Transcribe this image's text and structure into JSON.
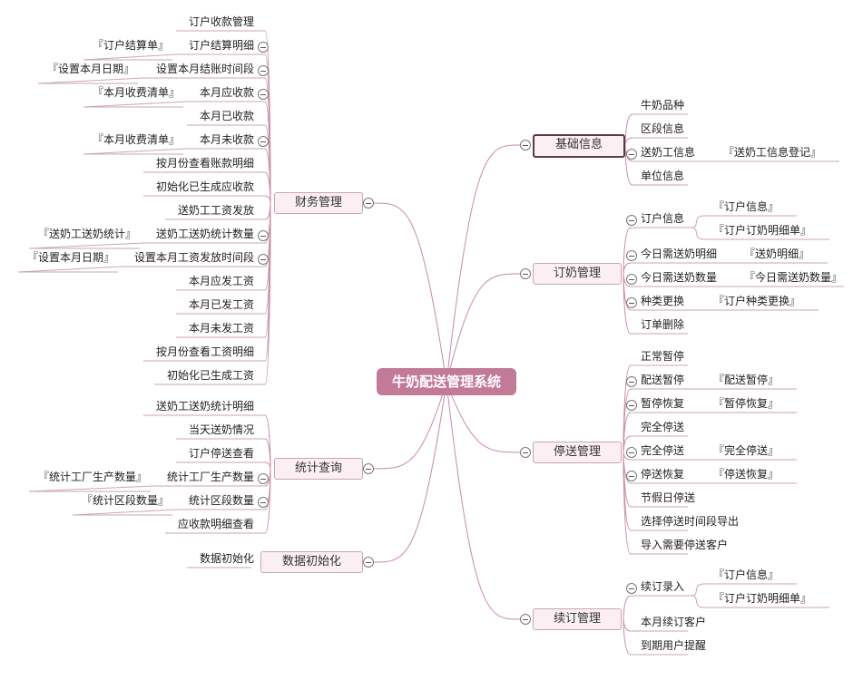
{
  "root": "牛奶配送管理系统",
  "right_branches": [
    {
      "label": "基础信息",
      "children": [
        {
          "text": "牛奶品种"
        },
        {
          "text": "区段信息"
        },
        {
          "text": "送奶工信息",
          "sub": [
            "『送奶工信息登记』"
          ]
        },
        {
          "text": "单位信息"
        }
      ]
    },
    {
      "label": "订奶管理",
      "children": [
        {
          "text": "订户信息",
          "sub": [
            "『订户信息』",
            "『订户订奶明细单』"
          ]
        },
        {
          "text": "今日需送奶明细",
          "sub": [
            "『送奶明细』"
          ]
        },
        {
          "text": "今日需送奶数量",
          "sub": [
            "『今日需送奶数量』"
          ]
        },
        {
          "text": "种类更换",
          "sub": [
            "『订户种类更换』"
          ]
        },
        {
          "text": "订单删除"
        }
      ]
    },
    {
      "label": "停送管理",
      "children": [
        {
          "text": "正常暂停"
        },
        {
          "text": "配送暂停",
          "sub": [
            "『配送暂停』"
          ]
        },
        {
          "text": "暂停恢复",
          "sub": [
            "『暂停恢复』"
          ]
        },
        {
          "text": "完全停送"
        },
        {
          "text": "完全停送",
          "sub": [
            "『完全停送』"
          ]
        },
        {
          "text": "停送恢复",
          "sub": [
            "『停送恢复』"
          ]
        },
        {
          "text": "节假日停送"
        },
        {
          "text": "选择停送时间段导出"
        },
        {
          "text": "导入需要停送客户"
        }
      ]
    },
    {
      "label": "续订管理",
      "children": [
        {
          "text": "续订录入",
          "sub": [
            "『订户信息』",
            "『订户订奶明细单』"
          ]
        },
        {
          "text": "本月续订客户"
        },
        {
          "text": "到期用户提醒"
        }
      ]
    }
  ],
  "left_branches": [
    {
      "label": "财务管理",
      "children": [
        {
          "text": "订户收款管理"
        },
        {
          "text": "订户结算明细",
          "sub": [
            "『订户结算单』"
          ]
        },
        {
          "text": "设置本月结账时间段",
          "sub": [
            "『设置本月日期』"
          ]
        },
        {
          "text": "本月应收款",
          "sub": [
            "『本月收费清单』"
          ]
        },
        {
          "text": "本月已收款"
        },
        {
          "text": "本月未收款",
          "sub": [
            "『本月收费清单』"
          ]
        },
        {
          "text": "按月份查看账款明细"
        },
        {
          "text": "初始化已生成应收款"
        },
        {
          "text": "送奶工工资发放"
        },
        {
          "text": "送奶工送奶统计数量",
          "sub": [
            "『送奶工送奶统计』"
          ]
        },
        {
          "text": "设置本月工资发放时间段",
          "sub": [
            "『设置本月日期』"
          ]
        },
        {
          "text": "本月应发工资"
        },
        {
          "text": "本月已发工资"
        },
        {
          "text": "本月未发工资"
        },
        {
          "text": "按月份查看工资明细"
        },
        {
          "text": "初始化已生成工资"
        }
      ]
    },
    {
      "label": "统计查询",
      "children": [
        {
          "text": "送奶工送奶统计明细"
        },
        {
          "text": "当天送奶情况"
        },
        {
          "text": "订户停送查看"
        },
        {
          "text": "统计工厂生产数量",
          "sub": [
            "『统计工厂生产数量』"
          ]
        },
        {
          "text": "统计区段数量",
          "sub": [
            "『统计区段数量』"
          ]
        },
        {
          "text": "应收款明细查看"
        }
      ]
    },
    {
      "label": "数据初始化",
      "children": [
        {
          "text": "数据初始化"
        }
      ]
    }
  ]
}
